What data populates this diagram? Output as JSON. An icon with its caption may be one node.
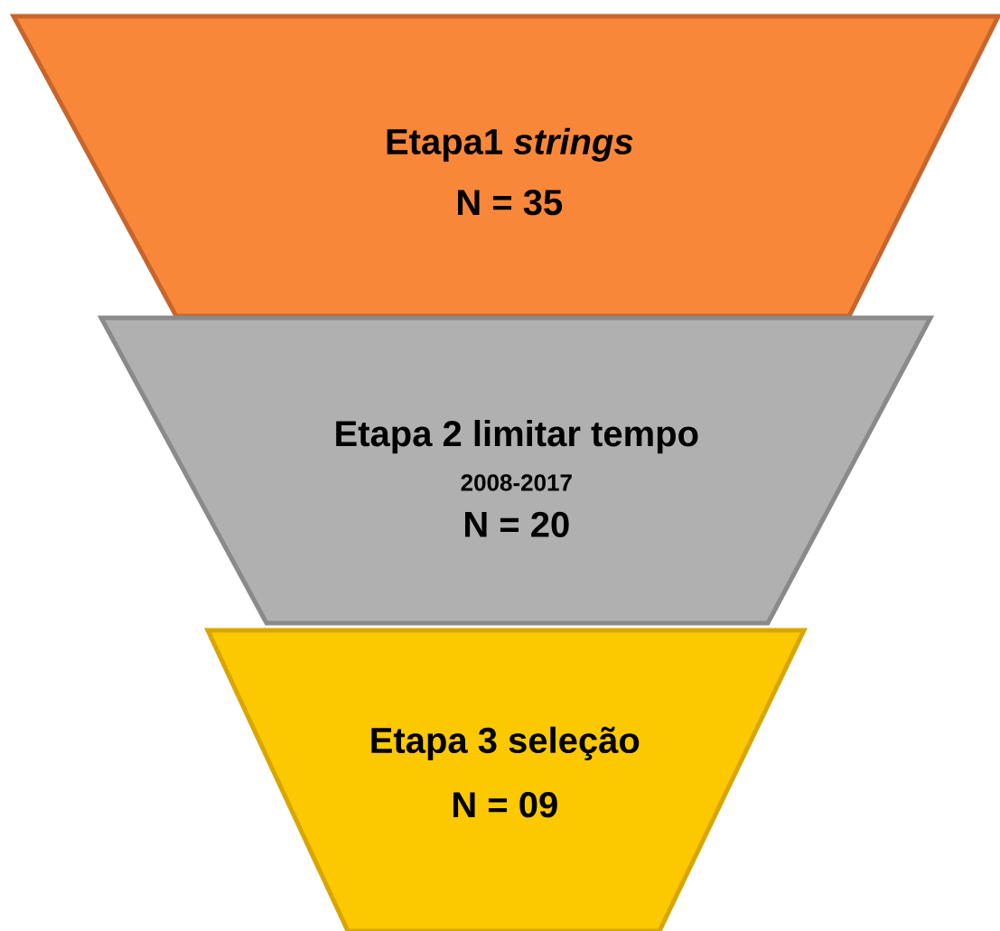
{
  "diagram": {
    "nodes": [
      {
        "text": [
          "Etapa1 *strings*",
          "N = 35"
        ]
      },
      {
        "text": [
          "Etapa 2 limitar tempo",
          "2008-2017",
          "N = 20"
        ]
      },
      {
        "text": [
          "Etapa 3 seleção",
          "N = 09"
        ]
      }
    ]
  }
}
